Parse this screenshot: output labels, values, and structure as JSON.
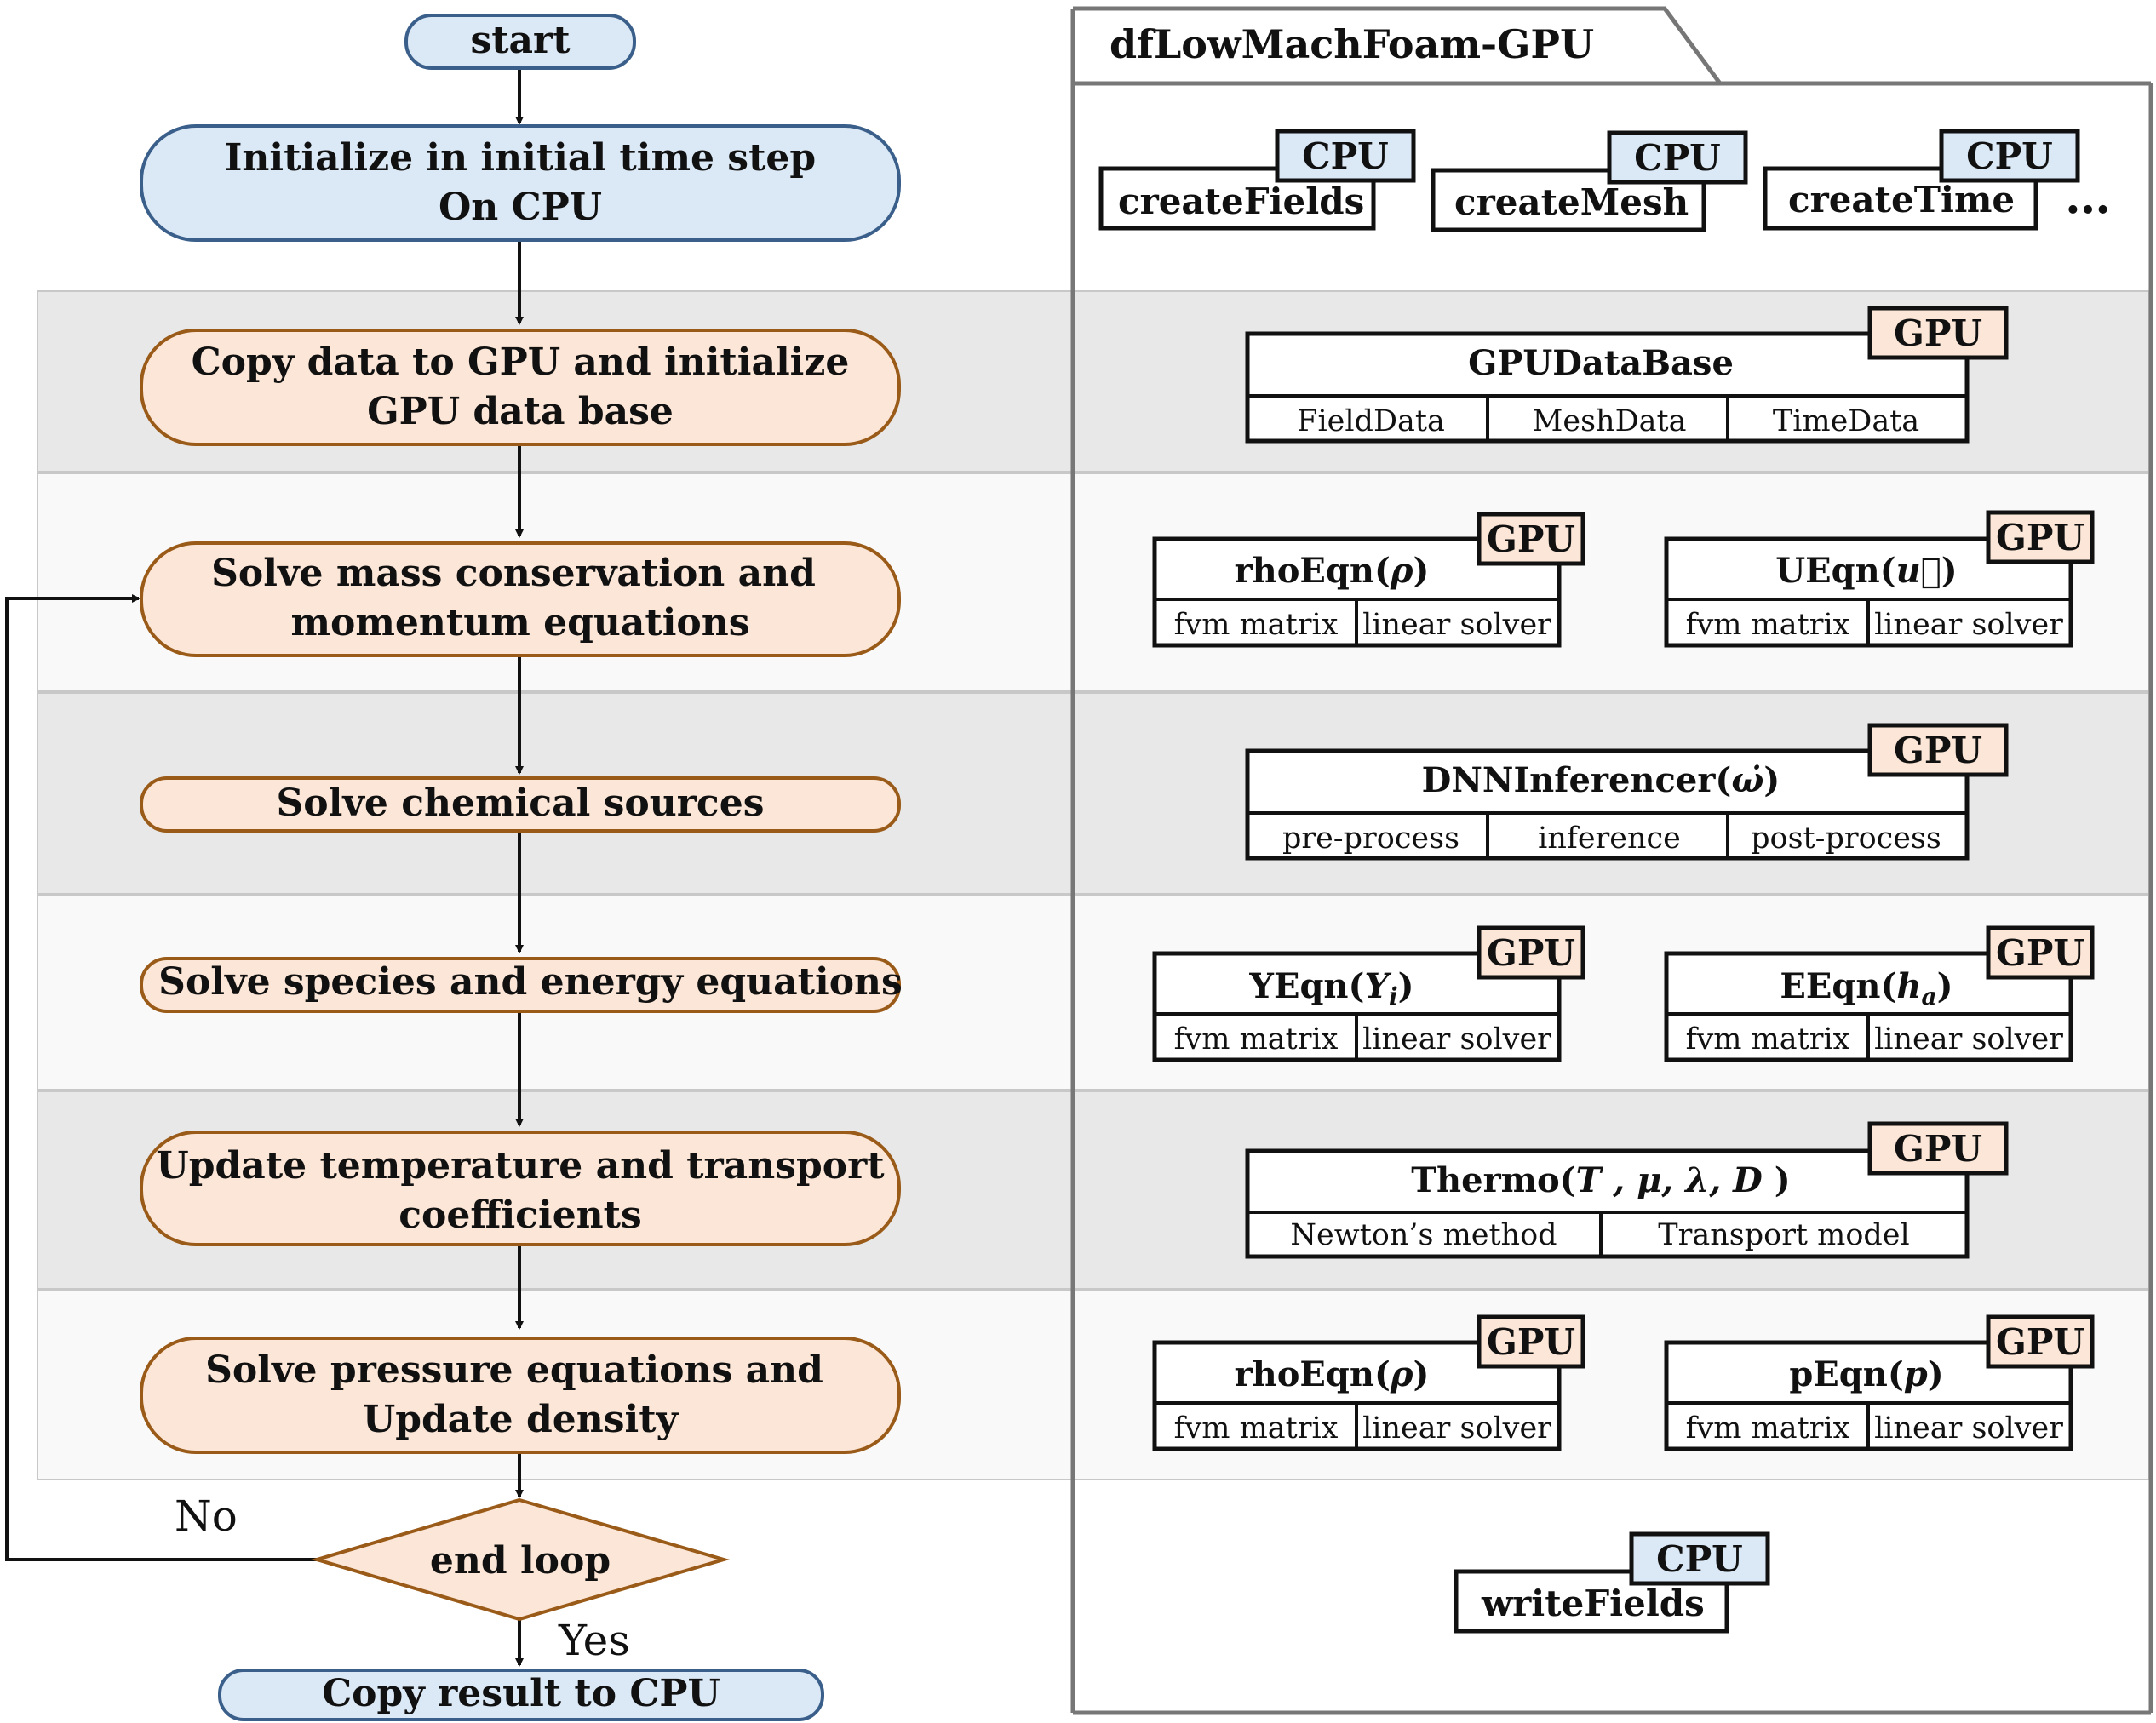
{
  "colors": {
    "cpu_fill": "#dbe8f5",
    "cpu_stroke": "#3a5f8a",
    "gpu_fill": "#fbe6d7",
    "gpu_stroke": "#9a5a18",
    "band_dark": "#e8e8e8",
    "band_light": "#f9f9f9",
    "frame": "#777777"
  },
  "flowchart": {
    "start": "start",
    "init_line1": "Initialize in initial time step",
    "init_line2": "On CPU",
    "copy_line1": "Copy data to GPU and initialize",
    "copy_line2": "GPU data base",
    "mass_line1": "Solve mass conservation and",
    "mass_line2": "momentum equations",
    "chem": "Solve chemical sources",
    "species": "Solve species and energy equations",
    "update_line1": "Update temperature and transport",
    "update_line2": "coefficients",
    "pressure_line1": "Solve pressure equations and",
    "pressure_line2": "Update density",
    "decision": "end loop",
    "no_label": "No",
    "yes_label": "Yes",
    "end": "Copy result  to CPU"
  },
  "panel": {
    "title": "dfLowMachFoam-GPU",
    "ellipsis": "…",
    "cpu_tag": "CPU",
    "gpu_tag": "GPU",
    "create_fields": "createFields",
    "create_mesh": "createMesh",
    "create_time": "createTime",
    "gpu_database": {
      "title": "GPUDataBase",
      "parts": [
        "FieldData",
        "MeshData",
        "TimeData"
      ]
    },
    "rho_eqn": {
      "name": "rhoEqn(",
      "sym": "ρ",
      "close": ")"
    },
    "u_eqn": {
      "name": "UEqn(",
      "sym": "u⃗",
      "close": ")"
    },
    "dnn": {
      "name": "DNNInferencer(",
      "sym": "ω̇",
      "close": ")",
      "parts": [
        "pre-process",
        "inference",
        "post-process"
      ]
    },
    "y_eqn": {
      "name": "YEqn(",
      "sym": "Y",
      "sub": "i",
      "close": ")"
    },
    "e_eqn": {
      "name": "EEqn(",
      "sym": "h",
      "sub": "a",
      "close": ")"
    },
    "thermo": {
      "name": "Thermo(",
      "syms": "T , μ, λ, D",
      "close": " )",
      "parts": [
        "Newton’s method",
        "Transport model"
      ]
    },
    "rho_eqn2": {
      "name": "rhoEqn(",
      "sym": "ρ",
      "close": ")"
    },
    "p_eqn": {
      "name": "pEqn(",
      "sym": "p",
      "close": ")"
    },
    "solver_parts": [
      "fvm matrix",
      "linear solver"
    ],
    "write_fields": "writeFields"
  }
}
